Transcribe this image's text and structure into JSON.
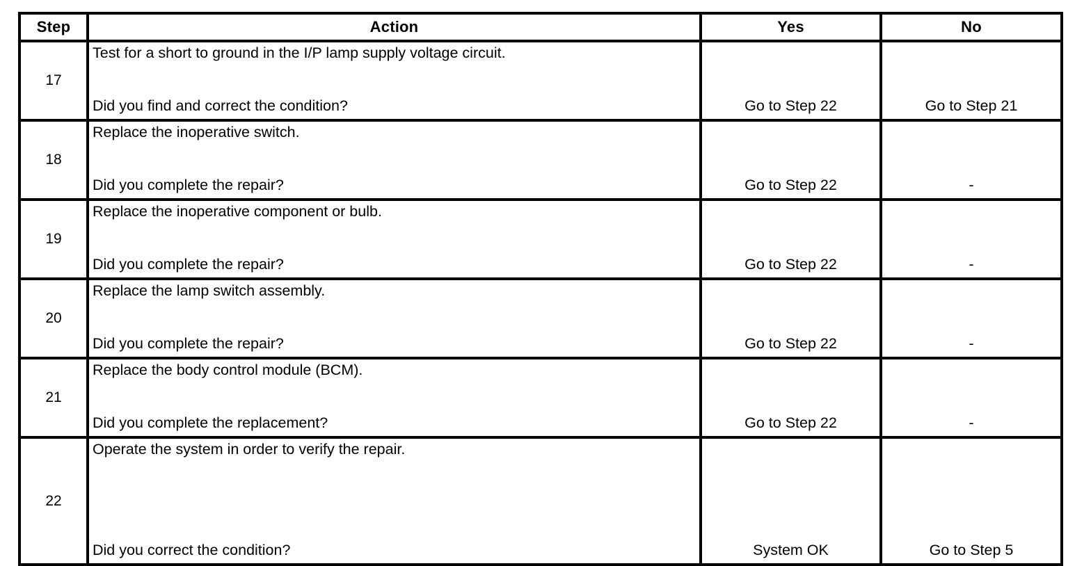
{
  "table": {
    "columns": [
      {
        "key": "step",
        "label": "Step"
      },
      {
        "key": "action",
        "label": "Action"
      },
      {
        "key": "yes",
        "label": "Yes"
      },
      {
        "key": "no",
        "label": "No"
      }
    ],
    "rows": [
      {
        "step": "17",
        "action_statement": "Test for a short to ground in the I/P lamp supply voltage circuit.",
        "action_question": "Did you find and correct the condition?",
        "yes": "Go to Step 22",
        "no": "Go to Step 21"
      },
      {
        "step": "18",
        "action_statement": "Replace the inoperative switch.",
        "action_question": "Did you complete the repair?",
        "yes": "Go to Step 22",
        "no": "-"
      },
      {
        "step": "19",
        "action_statement": "Replace the inoperative component or bulb.",
        "action_question": "Did you complete the repair?",
        "yes": "Go to Step 22",
        "no": "-"
      },
      {
        "step": "20",
        "action_statement": "Replace the lamp switch assembly.",
        "action_question": "Did you complete the repair?",
        "yes": "Go to Step 22",
        "no": "-"
      },
      {
        "step": "21",
        "action_statement": "Replace the body control module (BCM).",
        "action_question": "Did you complete the replacement?",
        "yes": "Go to Step 22",
        "no": "-"
      },
      {
        "step": "22",
        "action_statement": "Operate the system in order to verify the repair.",
        "action_question": "Did you correct the condition?",
        "yes": "System OK",
        "no": "Go to Step 5"
      }
    ]
  }
}
